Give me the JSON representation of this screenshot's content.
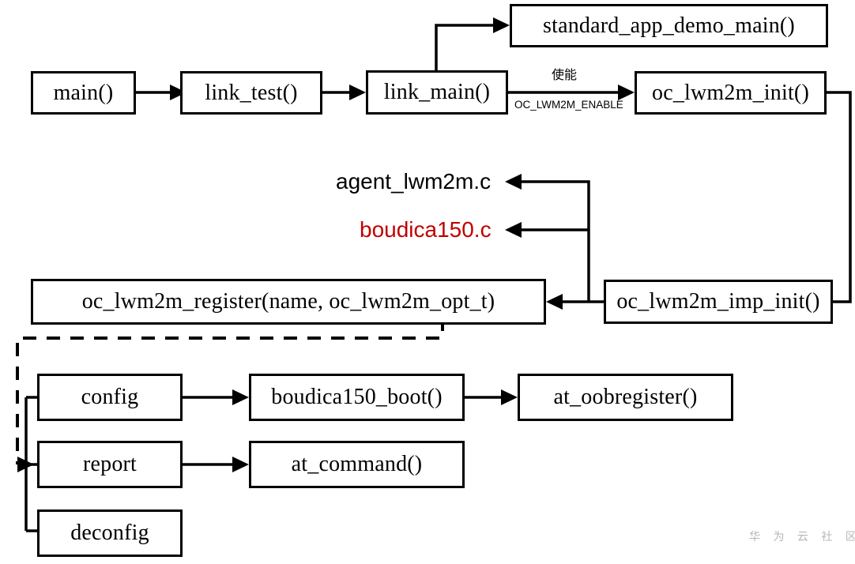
{
  "diagram": {
    "title": "LiteOS oc_lwm2m call flow",
    "background": "#ffffff",
    "line_color": "#000000",
    "accent_color": "#c00000",
    "watermark": "华 为 云 社 区"
  },
  "nodes": {
    "main": {
      "label": "main()"
    },
    "link_test": {
      "label": "link_test()"
    },
    "link_main": {
      "label": "link_main()"
    },
    "standard_app_demo_main": {
      "label": "standard_app_demo_main()"
    },
    "oc_lwm2m_init": {
      "label": "oc_lwm2m_init()"
    },
    "oc_lwm2m_imp_init": {
      "label": "oc_lwm2m_imp_init()"
    },
    "oc_lwm2m_register": {
      "label": "oc_lwm2m_register(name, oc_lwm2m_opt_t)"
    },
    "config": {
      "label": "config"
    },
    "report": {
      "label": "report"
    },
    "deconfig": {
      "label": "deconfig"
    },
    "boudica150_boot": {
      "label": "boudica150_boot()"
    },
    "at_command": {
      "label": "at_command()"
    },
    "at_oobregister": {
      "label": "at_oobregister()"
    }
  },
  "file_labels": {
    "agent_lwm2m_c": {
      "label": "agent_lwm2m.c",
      "color": "#000000"
    },
    "boudica150_c": {
      "label": "boudica150.c",
      "color": "#c00000"
    }
  },
  "edge_labels": {
    "enable_cn": "使能",
    "enable_macro": "OC_LWM2M_ENABLE"
  }
}
